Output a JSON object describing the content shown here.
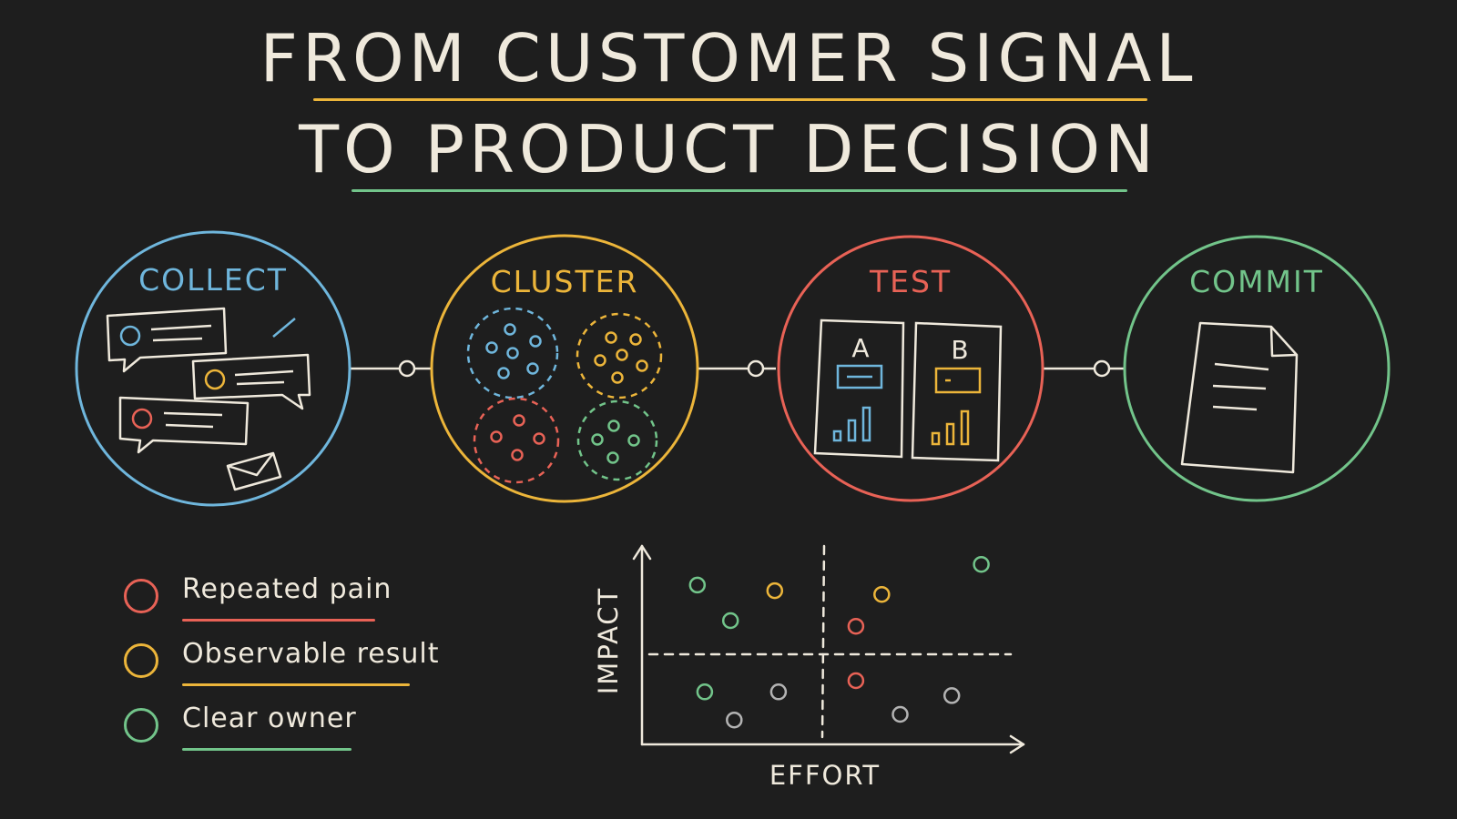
{
  "title": {
    "line1": "FROM CUSTOMER SIGNAL",
    "line2": "TO PRODUCT DECISION"
  },
  "colors": {
    "background": "#1e1e1e",
    "text": "#efe9dc",
    "blue": "#6fb6dc",
    "yellow": "#ecb53a",
    "red": "#e86256",
    "green": "#72c48a",
    "gray": "#b3b3b3"
  },
  "stages": [
    {
      "label": "COLLECT",
      "color": "#6fb6dc",
      "icon": "chat-bubbles-icon"
    },
    {
      "label": "CLUSTER",
      "color": "#ecb53a",
      "icon": "dot-clusters-icon"
    },
    {
      "label": "TEST",
      "color": "#e86256",
      "icon": "ab-test-icon"
    },
    {
      "label": "COMMIT",
      "color": "#72c48a",
      "icon": "document-icon"
    }
  ],
  "test_variants": [
    "A",
    "B"
  ],
  "legend": [
    {
      "label": "Repeated pain",
      "color": "#e86256"
    },
    {
      "label": "Observable result",
      "color": "#ecb53a"
    },
    {
      "label": "Clear owner",
      "color": "#72c48a"
    }
  ],
  "matrix": {
    "xlabel": "EFFORT",
    "ylabel": "IMPACT",
    "points": [
      {
        "effort": 0.15,
        "impact": 0.85,
        "color": "green"
      },
      {
        "effort": 0.36,
        "impact": 0.82,
        "color": "yellow"
      },
      {
        "effort": 0.24,
        "impact": 0.66,
        "color": "green"
      },
      {
        "effort": 0.65,
        "impact": 0.8,
        "color": "yellow"
      },
      {
        "effort": 0.92,
        "impact": 0.96,
        "color": "green"
      },
      {
        "effort": 0.58,
        "impact": 0.63,
        "color": "red"
      },
      {
        "effort": 0.58,
        "impact": 0.34,
        "color": "red"
      },
      {
        "effort": 0.17,
        "impact": 0.28,
        "color": "green"
      },
      {
        "effort": 0.37,
        "impact": 0.28,
        "color": "gray"
      },
      {
        "effort": 0.25,
        "impact": 0.13,
        "color": "gray"
      },
      {
        "effort": 0.7,
        "impact": 0.16,
        "color": "gray"
      },
      {
        "effort": 0.84,
        "impact": 0.26,
        "color": "gray"
      }
    ]
  }
}
